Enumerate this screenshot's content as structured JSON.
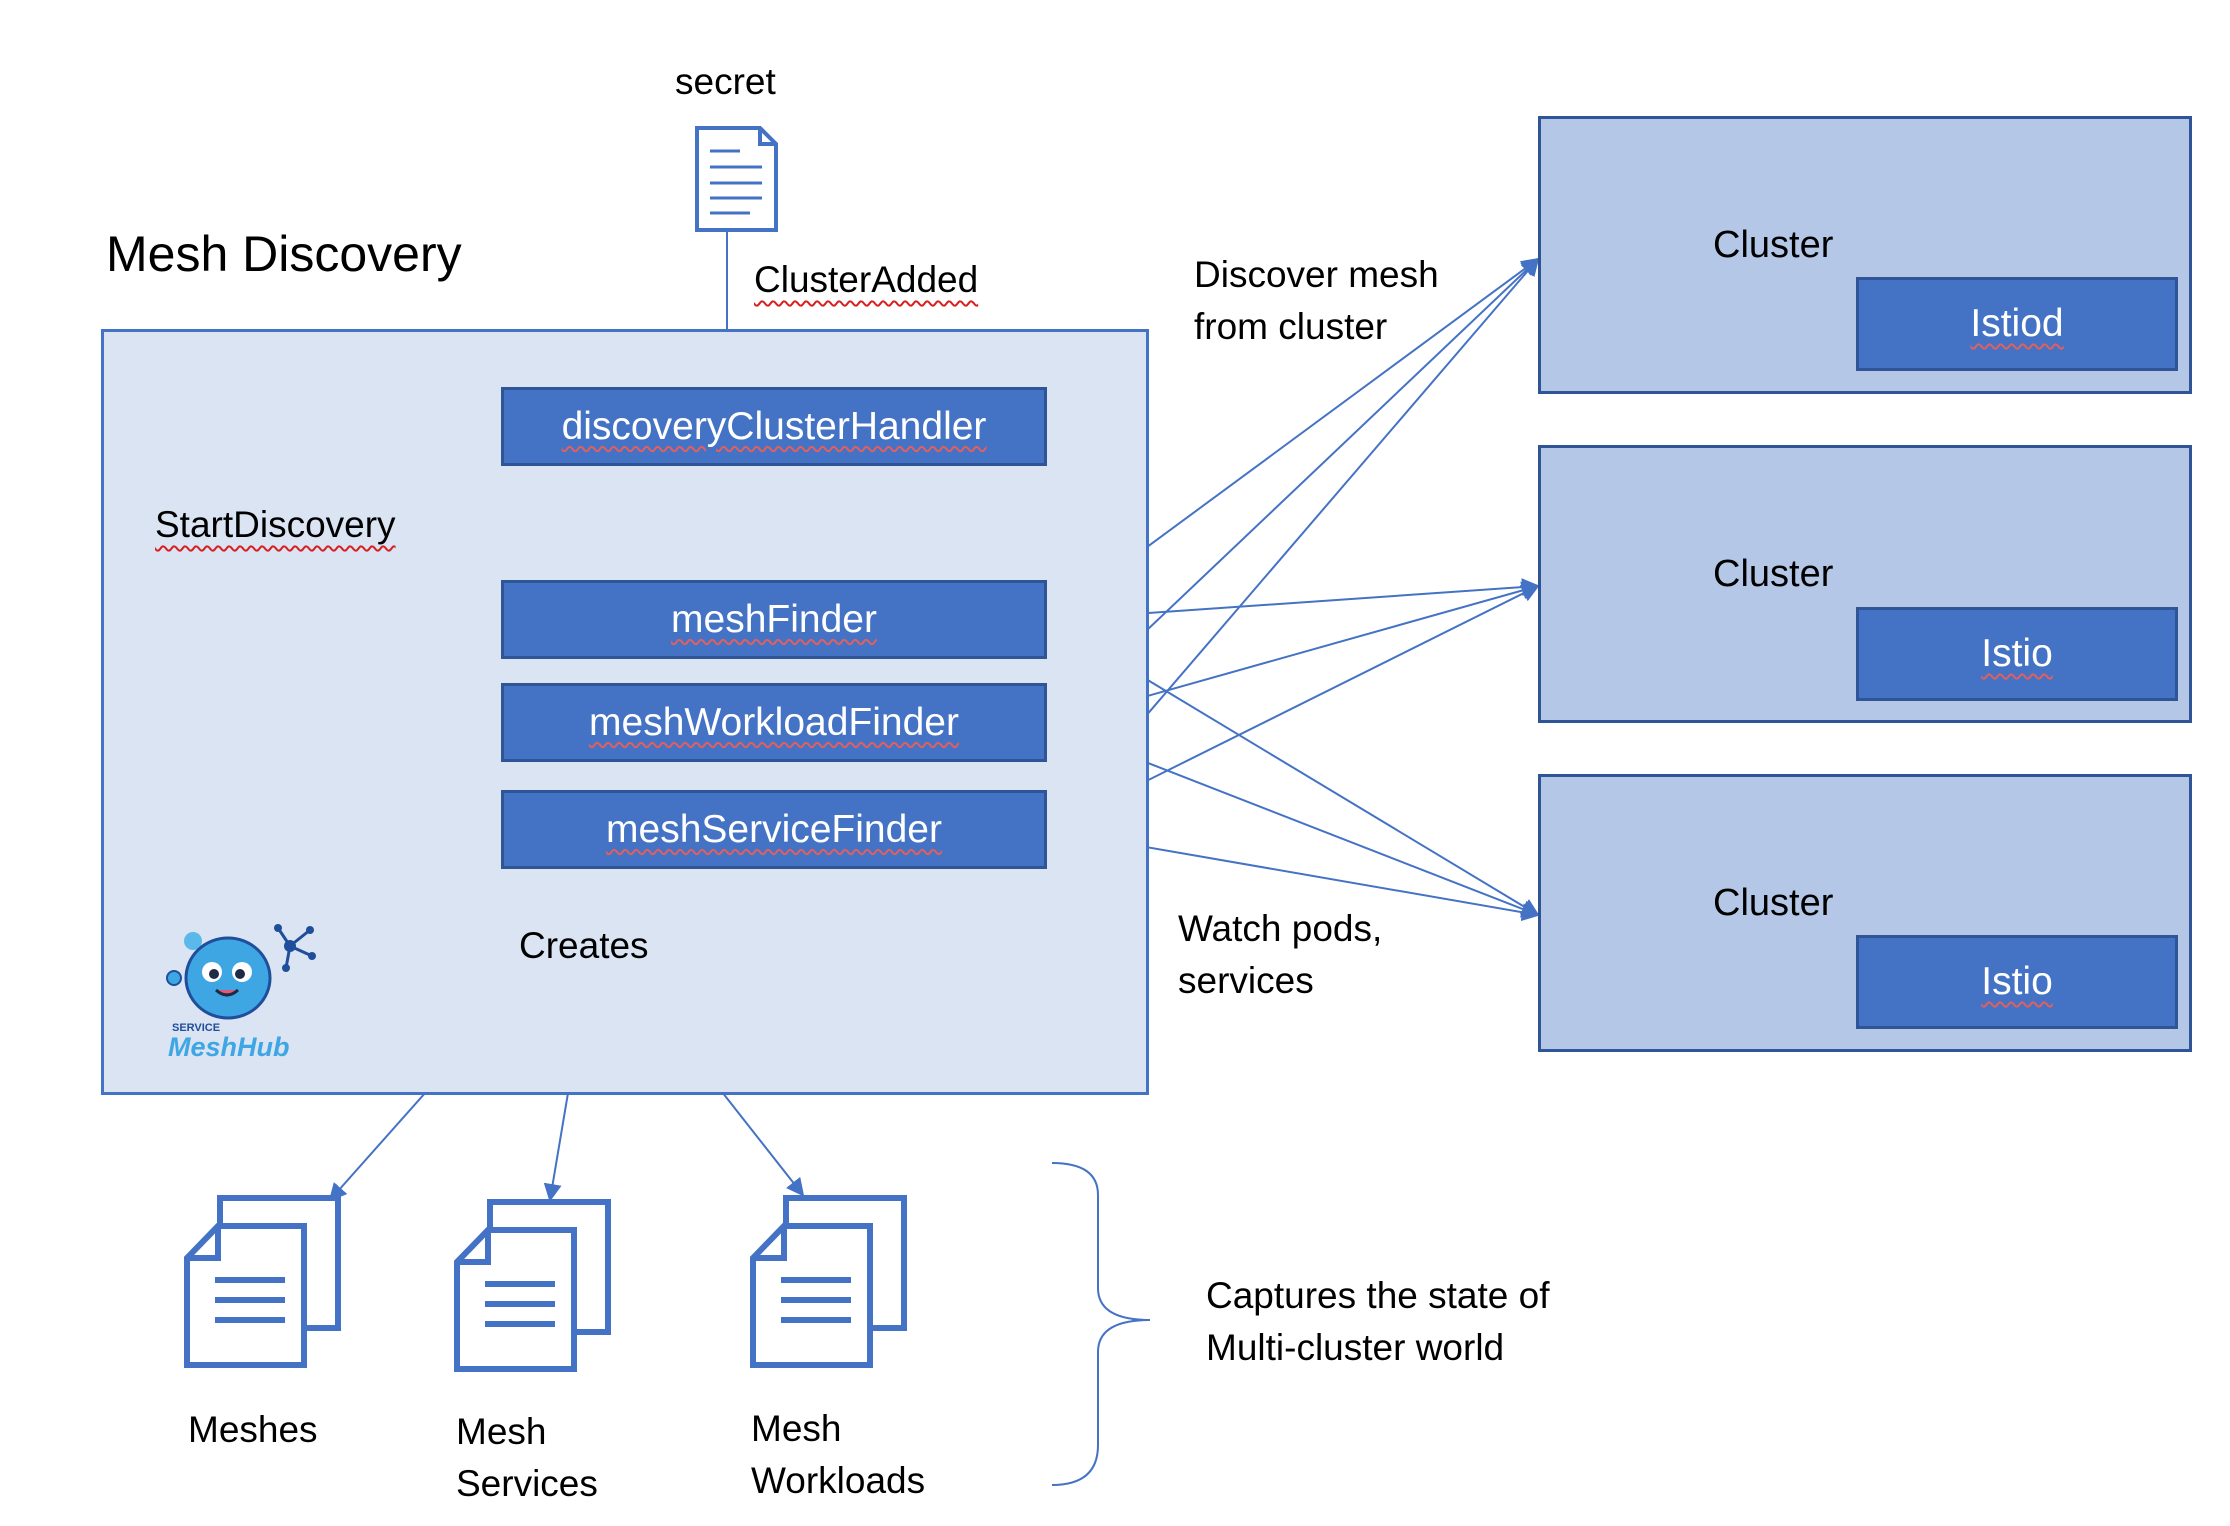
{
  "labels": {
    "secret": "secret",
    "cluster_added": "ClusterAdded",
    "title": "Mesh Discovery",
    "start_discovery": "StartDiscovery",
    "creates": "Creates",
    "discover_mesh": "Discover mesh\nfrom cluster",
    "watch_pods": "Watch pods,\nservices",
    "captures": "Captures the state of\nMulti-cluster world"
  },
  "components": {
    "discovery_cluster_handler": "discoveryClusterHandler",
    "mesh_finder": "meshFinder",
    "mesh_workload_finder": "meshWorkloadFinder",
    "mesh_service_finder": "meshServiceFinder"
  },
  "clusters": [
    {
      "label": "Cluster",
      "inner": "Istiod"
    },
    {
      "label": "Cluster",
      "inner": "Istio"
    },
    {
      "label": "Cluster",
      "inner": "Istio"
    }
  ],
  "outputs": {
    "meshes": "Meshes",
    "mesh_services": "Mesh\nServices",
    "mesh_workloads": "Mesh\nWorkloads"
  },
  "logo": {
    "small_text": "SERVICE",
    "brand_text": "MeshHub"
  },
  "colors": {
    "arrow": "#4472c4",
    "component_fill": "#4472c4",
    "panel_fill": "#dae4f3",
    "cluster_fill": "#b4c7e7"
  }
}
